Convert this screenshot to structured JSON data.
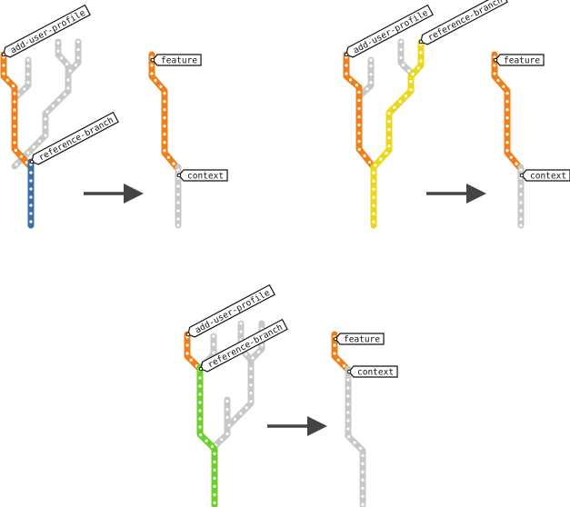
{
  "colors": {
    "orange": "#f07f1a",
    "gray": "#c8c8c4",
    "blue": "#3a6ea8",
    "yellow": "#ecd818",
    "green": "#6cd12a",
    "arrow": "#444444",
    "dot": "#ffffff"
  },
  "labels": {
    "add_user_profile": "add-user-profile",
    "reference_branch": "reference-branch",
    "feature": "feature",
    "context": "context"
  },
  "icons": {
    "transition": "right-arrow-icon"
  }
}
